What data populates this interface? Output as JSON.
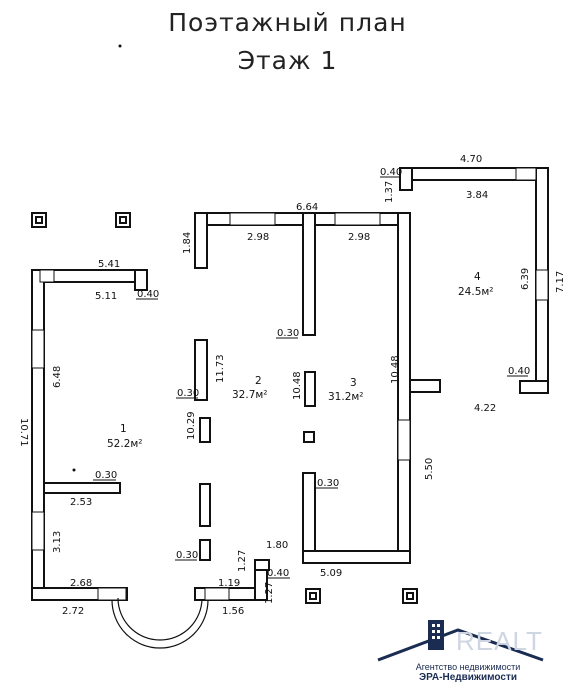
{
  "header": {
    "title": "Поэтажный план",
    "subtitle": "Этаж 1"
  },
  "rooms": [
    {
      "number": "1",
      "area": "52.2м²"
    },
    {
      "number": "2",
      "area": "32.7м²"
    },
    {
      "number": "3",
      "area": "31.2м²"
    },
    {
      "number": "4",
      "area": "24.5м²"
    }
  ],
  "dimensions": {
    "d_541": "5.41",
    "d_511": "5.11",
    "d_040a": "0.40",
    "d_1071": "10.71",
    "d_648": "6.48",
    "d_030a": "0.30",
    "d_253": "2.53",
    "d_313": "3.13",
    "d_268": "2.68",
    "d_272": "2.72",
    "d_664": "6.64",
    "d_184": "1.84",
    "d_298a": "2.98",
    "d_298b": "2.98",
    "d_030b": "0.30",
    "d_1173": "11.73",
    "d_030c": "0.30",
    "d_1029": "10.29",
    "d_1048a": "10.48",
    "d_1048b": "10.48",
    "d_030d": "0.30",
    "d_030e": "0.30",
    "d_127a": "1.27",
    "d_180": "1.80",
    "d_040b": "0.40",
    "d_119": "1.19",
    "d_156": "1.56",
    "d_127b": "1.27",
    "d_509": "5.09",
    "d_550": "5.50",
    "d_470": "4.70",
    "d_040c": "0.40",
    "d_137": "1.37",
    "d_384": "3.84",
    "d_639": "6.39",
    "d_717": "7.17",
    "d_040d": "0.40",
    "d_422": "4.22"
  },
  "logo": {
    "brand": "REALT",
    "line1": "Агентство недвижимости",
    "line2": "ЭРА-Недвижимости",
    "color": "#1b2c52"
  }
}
